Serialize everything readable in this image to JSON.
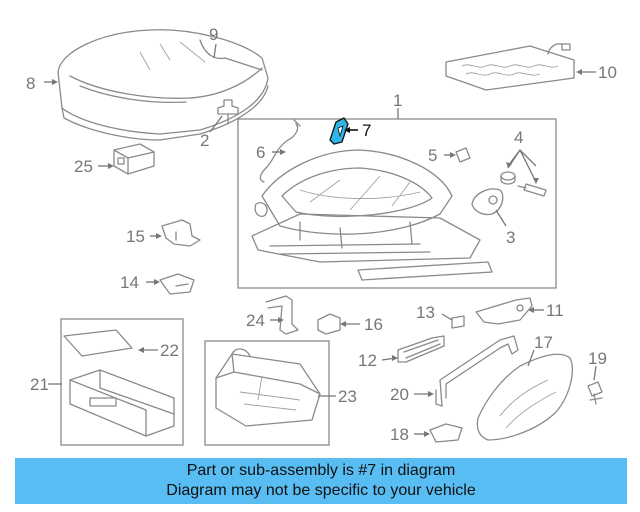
{
  "callouts": [
    {
      "id": "c1",
      "text": "1"
    },
    {
      "id": "c2",
      "text": "2"
    },
    {
      "id": "c3",
      "text": "3"
    },
    {
      "id": "c4",
      "text": "4"
    },
    {
      "id": "c5",
      "text": "5"
    },
    {
      "id": "c6",
      "text": "6"
    },
    {
      "id": "c7",
      "text": "7"
    },
    {
      "id": "c8",
      "text": "8"
    },
    {
      "id": "c9",
      "text": "9"
    },
    {
      "id": "c10",
      "text": "10"
    },
    {
      "id": "c11",
      "text": "11"
    },
    {
      "id": "c12",
      "text": "12"
    },
    {
      "id": "c13",
      "text": "13"
    },
    {
      "id": "c14",
      "text": "14"
    },
    {
      "id": "c15",
      "text": "15"
    },
    {
      "id": "c16",
      "text": "16"
    },
    {
      "id": "c17",
      "text": "17"
    },
    {
      "id": "c18",
      "text": "18"
    },
    {
      "id": "c19",
      "text": "19"
    },
    {
      "id": "c20",
      "text": "20"
    },
    {
      "id": "c21",
      "text": "21"
    },
    {
      "id": "c22",
      "text": "22"
    },
    {
      "id": "c23",
      "text": "23"
    },
    {
      "id": "c24",
      "text": "24"
    },
    {
      "id": "c25",
      "text": "25"
    }
  ],
  "highlighted_part": "7",
  "colors": {
    "highlight_fill": "#2fb5e6",
    "banner": "#58bdf3",
    "line": "#8a8a8a",
    "label": "#777777"
  },
  "banner": {
    "line1": "Part or sub-assembly is #7 in diagram",
    "line2": "Diagram may not be specific to your vehicle"
  }
}
